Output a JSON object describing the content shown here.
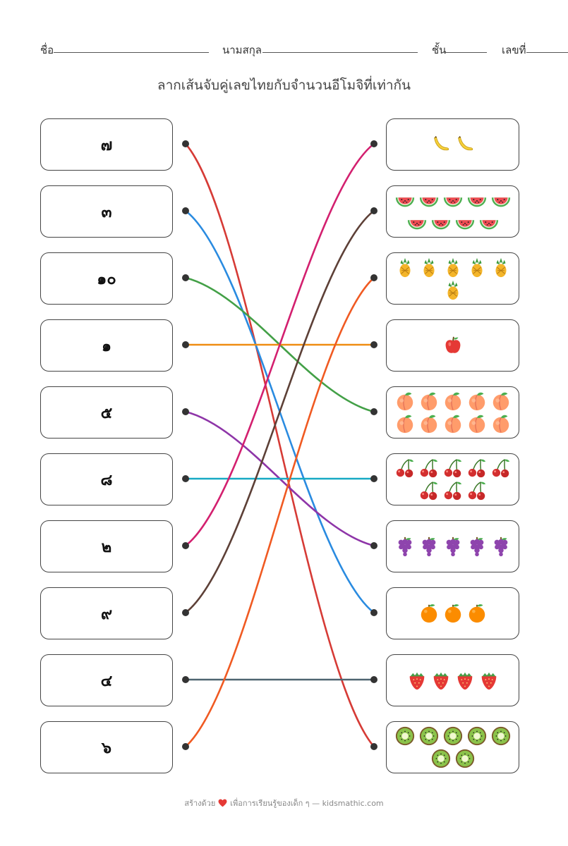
{
  "header": {
    "name_label": "ชื่อ",
    "surname_label": "นามสกุล",
    "class_label": "ชั้น",
    "number_label": "เลขที่"
  },
  "title": "ลากเส้นจับคู่เลขไทยกับจำนวนอีโมจิที่เท่ากัน",
  "numbers": [
    "๗",
    "๓",
    "๑๐",
    "๑",
    "๕",
    "๘",
    "๒",
    "๙",
    "๔",
    "๖"
  ],
  "emoji_boxes": [
    {
      "fruit": "banana",
      "count": 2
    },
    {
      "fruit": "watermelon",
      "count": 9
    },
    {
      "fruit": "pineapple",
      "count": 6
    },
    {
      "fruit": "apple",
      "count": 1
    },
    {
      "fruit": "peach",
      "count": 10
    },
    {
      "fruit": "cherries",
      "count": 8
    },
    {
      "fruit": "grapes",
      "count": 5
    },
    {
      "fruit": "orange",
      "count": 3
    },
    {
      "fruit": "strawberry",
      "count": 4
    },
    {
      "fruit": "kiwi",
      "count": 7
    }
  ],
  "connections": [
    {
      "from": 0,
      "to": 9,
      "color": "#d63b36"
    },
    {
      "from": 1,
      "to": 7,
      "color": "#2a8be0"
    },
    {
      "from": 2,
      "to": 4,
      "color": "#43a047"
    },
    {
      "from": 3,
      "to": 3,
      "color": "#ef8d12"
    },
    {
      "from": 4,
      "to": 6,
      "color": "#8e35a8"
    },
    {
      "from": 5,
      "to": 5,
      "color": "#17a9c4"
    },
    {
      "from": 6,
      "to": 0,
      "color": "#d3206f"
    },
    {
      "from": 7,
      "to": 1,
      "color": "#5d4037"
    },
    {
      "from": 8,
      "to": 8,
      "color": "#4e6470"
    },
    {
      "from": 9,
      "to": 2,
      "color": "#f05a22"
    }
  ],
  "footer": {
    "made_with": "สร้างด้วย",
    "heart_icon": "heart-icon",
    "text": "เพื่อการเรียนรู้ของเด็ก ๆ — kidsmathic.com"
  }
}
